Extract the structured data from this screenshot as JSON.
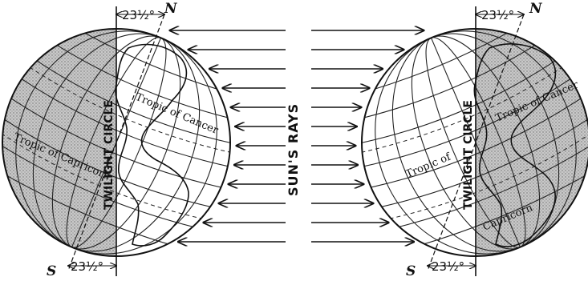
{
  "left_globe": {
    "north_label": "N",
    "south_label": "S",
    "tilt_top": "23½°",
    "tilt_bottom": "23½°",
    "twilight": "TWILIGHT CIRCLE",
    "tropic_cancer": "Tropic of Cancer",
    "tropic_capricorn": "Tropic of Capricorn"
  },
  "center": {
    "rays_label": "SUN'S RAYS"
  },
  "right_globe": {
    "north_label": "N",
    "south_label": "S",
    "tilt_top": "23½°",
    "tilt_bottom": "23½°",
    "twilight": "TWILIGHT CIRCLE",
    "tropic_cancer": "Tropic of Cancer",
    "tropic_capricorn_part1": "Tropic of",
    "tropic_capricorn_part2": "Capricorn"
  },
  "colors": {
    "ink": "#111111",
    "night_shade": "#a9a9a9"
  }
}
